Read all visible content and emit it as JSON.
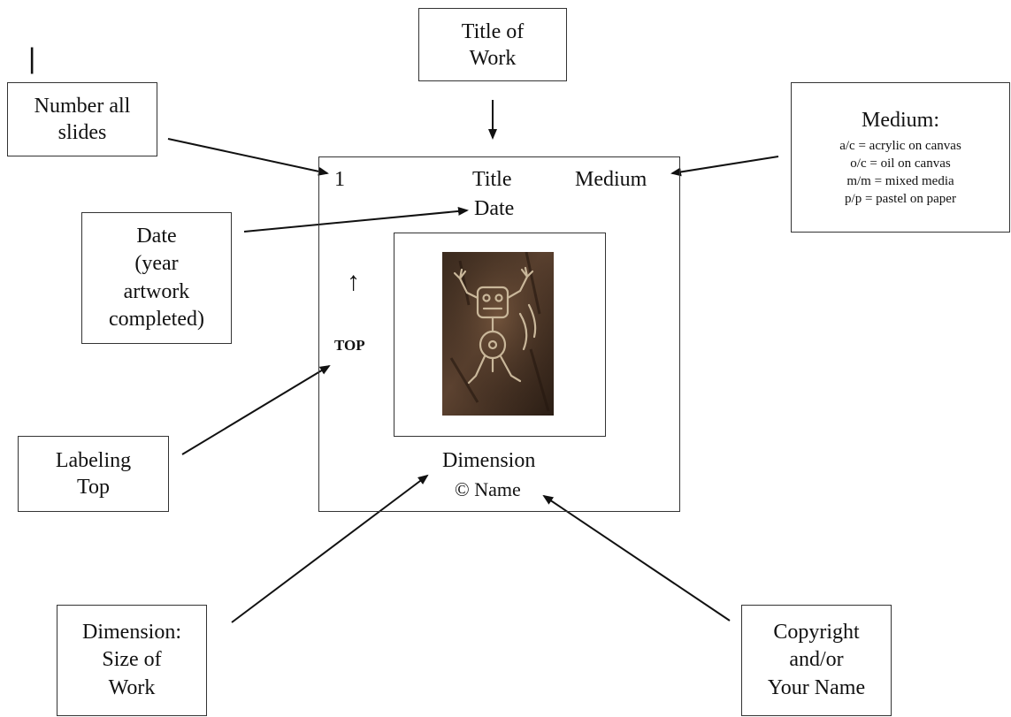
{
  "callouts": {
    "title_of_work": [
      "Title of",
      "Work"
    ],
    "number_slides": [
      "Number all",
      "slides"
    ],
    "medium": {
      "heading": "Medium:",
      "lines": [
        "a/c = acrylic on canvas",
        "o/c = oil on canvas",
        "m/m = mixed media",
        "p/p = pastel on paper"
      ]
    },
    "date": [
      "Date",
      "(year",
      "artwork",
      "completed)"
    ],
    "labeling_top": [
      "Labeling",
      "Top"
    ],
    "dimension": [
      "Dimension:",
      "Size of",
      "Work"
    ],
    "copyright": [
      "Copyright",
      "and/or",
      "Your Name"
    ]
  },
  "slide": {
    "number": "1",
    "title": "Title",
    "date": "Date",
    "medium": "Medium",
    "top_arrow": "↑",
    "top_label": "TOP",
    "dimension": "Dimension",
    "name": "© Name"
  },
  "stray_mark": "|",
  "colors": {
    "line": "#111111",
    "border": "#333333",
    "background": "#ffffff"
  }
}
